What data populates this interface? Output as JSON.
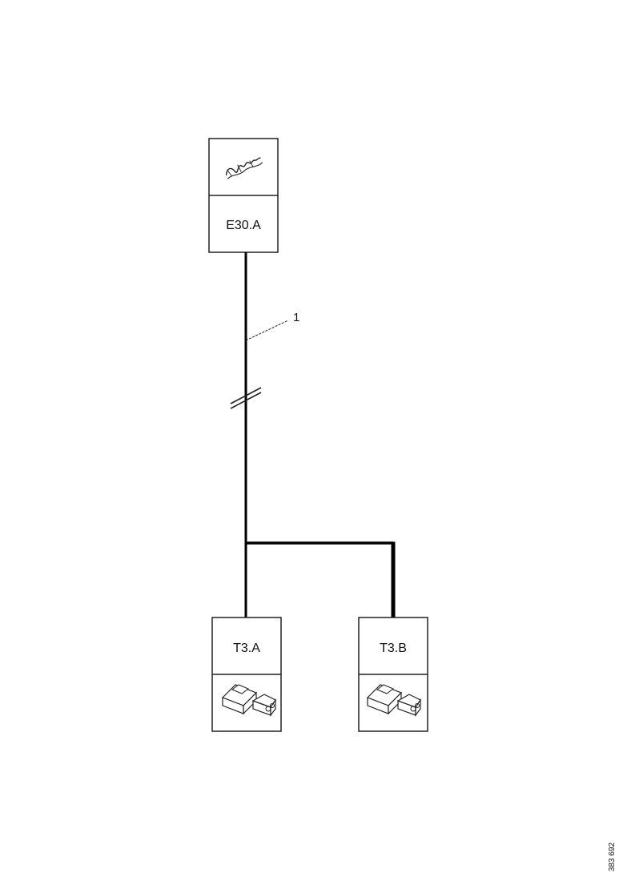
{
  "components": {
    "top": {
      "label": "E30.A"
    },
    "bottom_left": {
      "label": "T3.A"
    },
    "bottom_right": {
      "label": "T3.B"
    }
  },
  "callout": {
    "label": "1"
  },
  "reference_number": "383 692",
  "colors": {
    "line": "#000000",
    "box_border": "#222222",
    "background": "#ffffff"
  }
}
